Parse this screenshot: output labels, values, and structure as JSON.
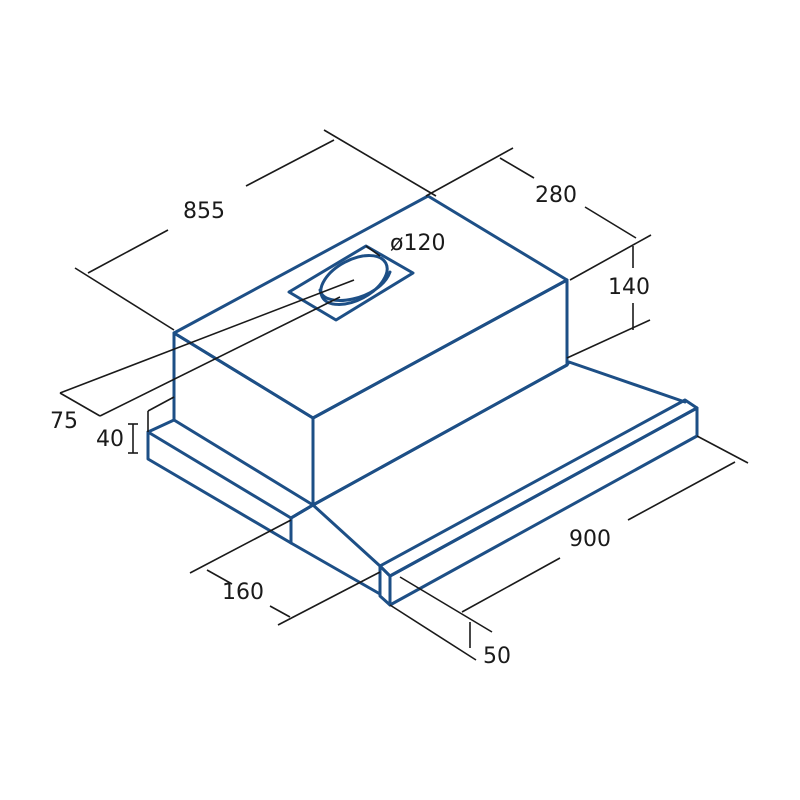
{
  "diagram": {
    "outline_color": "#1d4f86",
    "dimension_color": "#1a1a1a",
    "labels": {
      "width_top": "855",
      "depth_top": "280",
      "duct_diameter": "ø120",
      "height_body": "140",
      "offset_side": "75",
      "base_height": "40",
      "front_offset": "160",
      "width_front": "900",
      "panel_depth": "50"
    }
  }
}
